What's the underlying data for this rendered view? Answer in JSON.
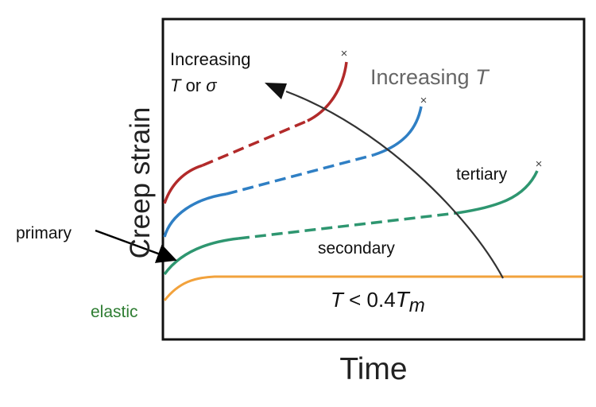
{
  "axes": {
    "xlabel": "Time",
    "ylabel": "Creep strain"
  },
  "annotations": {
    "increasing_t_or_sigma_line1": "Increasing",
    "increasing_t_or_sigma_T": "T",
    "increasing_t_or_sigma_or": " or ",
    "increasing_t_or_sigma_sigma": "σ",
    "increasing_t_prefix": "Increasing ",
    "increasing_t_T": "T",
    "tertiary": "tertiary",
    "secondary": "secondary",
    "primary": "primary",
    "elastic": "elastic",
    "low_temp_T": "T",
    "low_temp_rel": " < 0.4",
    "low_temp_Tm": "T",
    "low_temp_sub": "m"
  },
  "curves": [
    {
      "id": "red",
      "color": "#b22a2a"
    },
    {
      "id": "blue",
      "color": "#2f7fc4"
    },
    {
      "id": "green",
      "color": "#2e9670"
    },
    {
      "id": "orange",
      "color": "#f2a23c"
    }
  ],
  "colors": {
    "elastic_label": "#2e7d32",
    "increasing_t_label": "#666666",
    "frame": "#111111",
    "guide_arrow": "#333333"
  },
  "markers": {
    "rupture": "×"
  }
}
